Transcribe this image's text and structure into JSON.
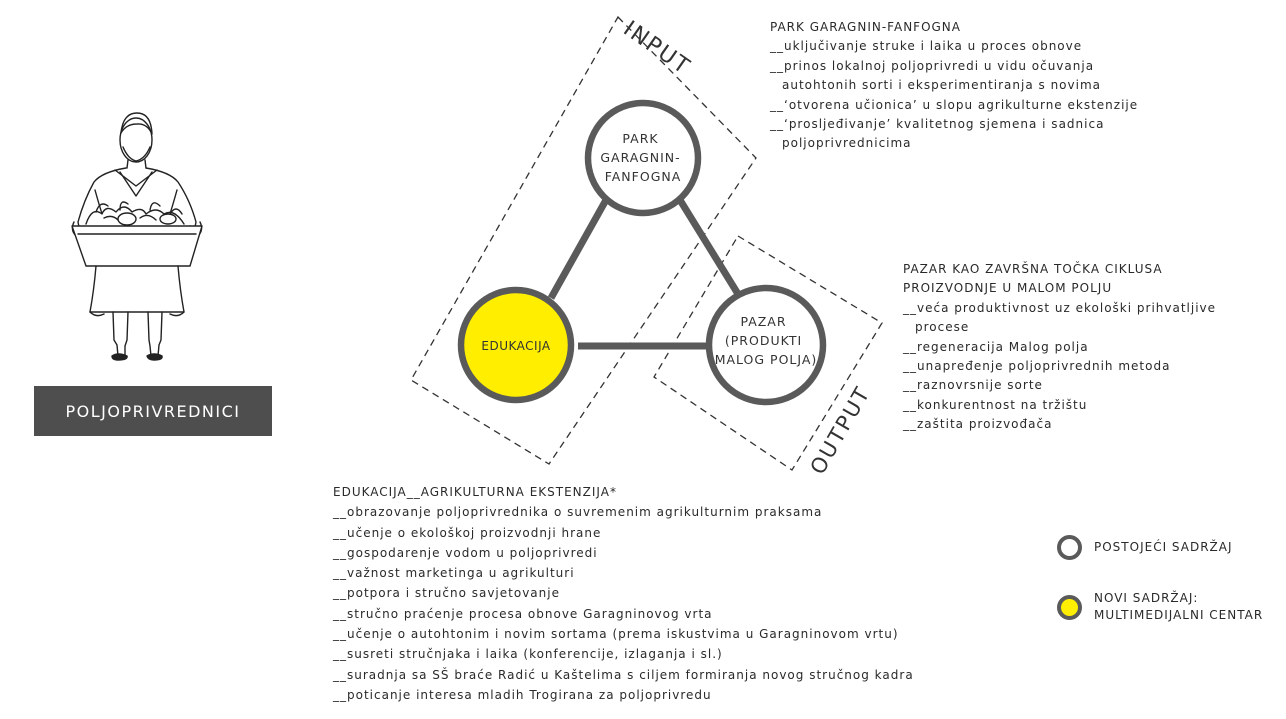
{
  "diagram": {
    "farmer_label": "POLJOPRIVREDNICI",
    "input_label": "INPUT",
    "output_label": "OUTPUT",
    "nodes": {
      "park": [
        "PARK",
        "GARAGNIN-",
        "FANFOGNA"
      ],
      "pazar": [
        "PAZAR",
        "(PRODUKTI",
        "MALOG POLJA)"
      ],
      "edukacija": [
        "EDUKACIJA"
      ]
    }
  },
  "park_block": {
    "title": "PARK GARAGNIN-FANFOGNA",
    "items": [
      "__uključivanje struke i laika u proces obnove",
      "__prinos lokalnoj poljoprivredi u vidu očuvanja",
      "autohtonih sorti i eksperimentiranja s novima",
      "__‘otvorena učionica’ u slopu agrikulturne ekstenzije",
      "__‘prosljeđivanje’ kvalitetnog sjemena i sadnica",
      "poljoprivrednicima"
    ]
  },
  "pazar_block": {
    "title": [
      "PAZAR KAO ZAVRŠNA TOČKA CIKLUSA",
      "PROIZVODNJE U MALOM POLJU"
    ],
    "items": [
      "__veća produktivnost uz ekološki prihvatljive",
      "procese",
      "__regeneracija Malog polja",
      "__unapređenje poljoprivrednih metoda",
      "__raznovrsnije sorte",
      "__konkurentnost na tržištu",
      "__zaštita proizvođača"
    ]
  },
  "edu_block": {
    "title": "EDUKACIJA__AGRIKULTURNA EKSTENZIJA*",
    "items": [
      "__obrazovanje poljoprivrednika  o suvremenim agrikulturnim praksama",
      "__učenje o ekološkoj proizvodnji hrane",
      "__gospodarenje vodom u poljoprivredi",
      "__važnost marketinga u agrikulturi",
      "__potpora i stručno savjetovanje",
      "__stručno praćenje procesa obnove Garagninovog vrta",
      "__učenje o autohtonim i novim sortama (prema iskustvima u Garagninovom vrtu)",
      "__susreti stručnjaka i laika (konferencije, izlaganja i sl.)",
      "__suradnja sa SŠ braće Radić u Kaštelima s ciljem formiranja novog stručnog kadra",
      "__poticanje interesa mladih Trogirana za poljoprivredu"
    ]
  },
  "legend": {
    "existing": "POSTOJEĆI SADRŽAJ",
    "new_line1": "NOVI SADRŽAJ:",
    "new_line2": "MULTIMEDIJALNI CENTAR"
  },
  "colors": {
    "ring": "#5a5a5a",
    "highlight": "#ffee00",
    "label_bg": "#4e4e4e"
  }
}
